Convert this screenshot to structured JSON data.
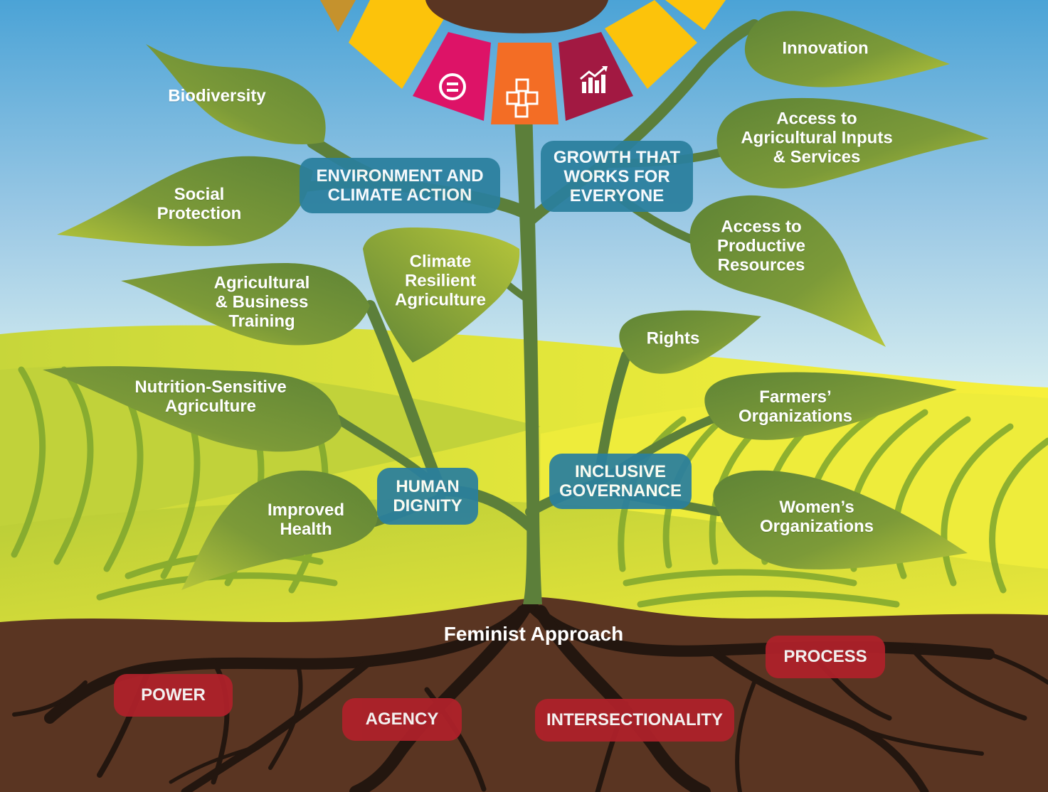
{
  "colors": {
    "sky_top": "#4ba3d6",
    "sky_bottom": "#cfe8ef",
    "field_yellow": "#f2ec3b",
    "field_green": "#a8c23a",
    "stripe_green": "#7ea62e",
    "soil": "#5a3522",
    "roots": "#2a1a12",
    "stem": "#5c7f3a",
    "leaf_light": "#b6c63a",
    "leaf_dark": "#5f8436",
    "pillar_blue": "#2a7f9e",
    "root_red": "#b0212a",
    "petal_yellow": "#fcc30b",
    "petal_orange": "#f36d25",
    "petal_magenta": "#dd1367",
    "petal_maroon": "#a21942",
    "petal_gold": "#c5922d",
    "flower_center": "#5a3522"
  },
  "sdg_petals": [
    {
      "color": "#c5922d",
      "icon": "none"
    },
    {
      "color": "#fcc30b",
      "icon": "none"
    },
    {
      "color": "#dd1367",
      "icon": "equality-icon"
    },
    {
      "color": "#f36d25",
      "icon": "cubes-icon"
    },
    {
      "color": "#a21942",
      "icon": "growth-chart-icon"
    },
    {
      "color": "#fcc30b",
      "icon": "none"
    },
    {
      "color": "#fcc30b",
      "icon": "none"
    }
  ],
  "pillars": {
    "environment": "ENVIRONMENT AND\nCLIMATE ACTION",
    "growth": "GROWTH THAT\nWORKS FOR\nEVERYONE",
    "human_dignity": "HUMAN\nDIGNITY",
    "inclusive_governance": "INCLUSIVE\nGOVERNANCE"
  },
  "leaves": {
    "biodiversity": "Biodiversity",
    "social_protection": "Social\nProtection",
    "agri_business_training": "Agricultural\n& Business\nTraining",
    "climate_resilient": "Climate\nResilient\nAgriculture",
    "nutrition_sensitive": "Nutrition-Sensitive\nAgriculture",
    "improved_health": "Improved\nHealth",
    "innovation": "Innovation",
    "access_inputs": "Access to\nAgricultural Inputs\n& Services",
    "access_resources": "Access to\nProductive\nResources",
    "rights": "Rights",
    "farmers_orgs": "Farmers’\nOrganizations",
    "womens_orgs": "Women’s\nOrganizations"
  },
  "roots": {
    "title": "Feminist Approach",
    "power": "POWER",
    "agency": "AGENCY",
    "intersectionality": "INTERSECTIONALITY",
    "process": "PROCESS"
  }
}
